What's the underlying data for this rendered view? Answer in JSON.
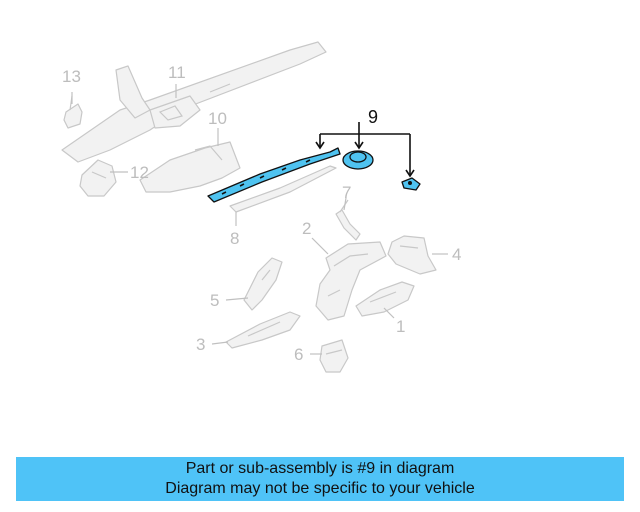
{
  "diagram": {
    "callouts": {
      "c1": "1",
      "c2": "2",
      "c3": "3",
      "c4": "4",
      "c5": "5",
      "c6": "6",
      "c7": "7",
      "c8": "8",
      "c9": "9",
      "c10": "10",
      "c11": "11",
      "c12": "12",
      "c13": "13"
    },
    "highlight_part": "9",
    "colors": {
      "highlight_fill": "#4fc3f0",
      "ghost_fill": "#f2f2f2",
      "ghost_stroke": "#c8c8c8",
      "banner": "#4fc3f7"
    }
  },
  "banner": {
    "line1": "Part or sub-assembly is #9 in diagram",
    "line2": "Diagram may not be specific to your vehicle"
  }
}
